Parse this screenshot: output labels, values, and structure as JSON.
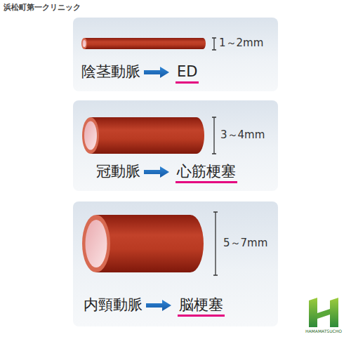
{
  "diagram": {
    "nodes": [
      {
        "text": [
          "1～2mm",
          "陰茎動脈",
          "ED"
        ]
      },
      {
        "text": [
          "3～4mm",
          "冠動脈",
          "心筋梗塞"
        ]
      },
      {
        "text": [
          "5～7mm",
          "内頸動脈",
          "脳梗塞"
        ]
      }
    ],
    "labels": [
      "浜松町第一クリニック",
      "HAMAMATSUCHO"
    ]
  }
}
